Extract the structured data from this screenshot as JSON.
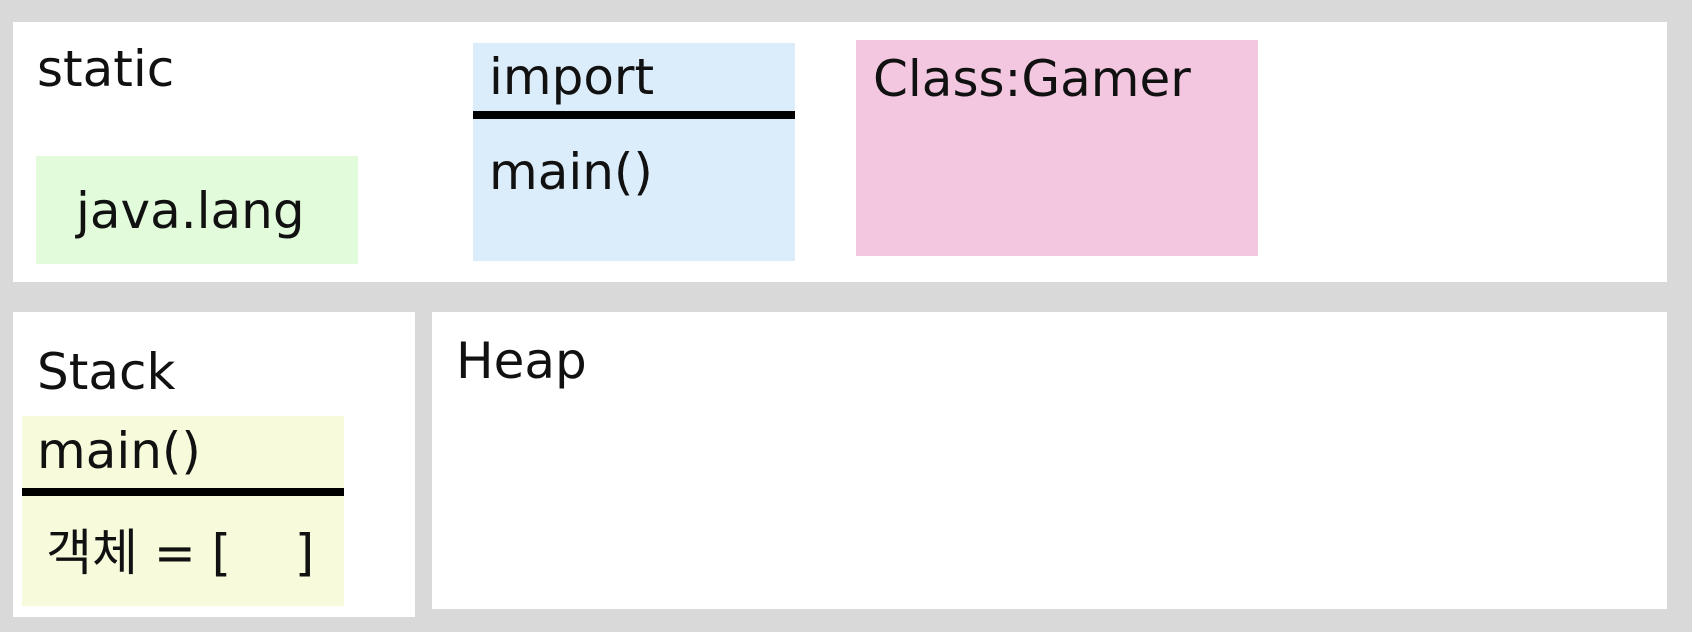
{
  "static_area": {
    "title": "static",
    "java_lang": {
      "label": "java.lang",
      "color": "#e1fbdb"
    },
    "import_box": {
      "header": "import",
      "method": "main()",
      "color": "#dbecfa"
    },
    "class_box": {
      "label": "Class:Gamer",
      "color": "#f3c7df"
    }
  },
  "stack_area": {
    "title": "Stack",
    "frame": {
      "header": "main()",
      "variable": "객체 = [    ]",
      "color": "#f7fbdb"
    }
  },
  "heap_area": {
    "title": "Heap"
  },
  "colors": {
    "background": "#d9d9d9",
    "panel": "#ffffff",
    "divider": "#000000"
  }
}
